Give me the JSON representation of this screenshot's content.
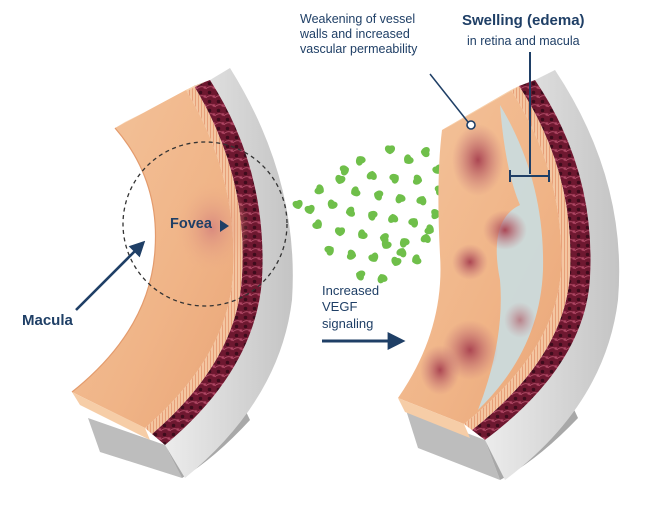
{
  "labels": {
    "weakening_line1": "Weakening of vessel",
    "weakening_line2": "walls and increased",
    "weakening_line3": "vascular permeability",
    "swelling_title": "Swelling (edema)",
    "swelling_sub": "in retina and macula",
    "fovea": "Fovea",
    "macula": "Macula",
    "vegf_line1": "Increased",
    "vegf_line2": "VEGF",
    "vegf_line3": "signaling"
  },
  "colors": {
    "label_text": "#1f3f66",
    "retina_tissue": "#f2b98c",
    "retina_edge": "#f7cfa8",
    "choroid_vessels": "#6e1830",
    "sclera": "#d9d9d9",
    "vegf_molecules": "#6fbf4a",
    "hemorrhage": "#b04a55",
    "edema_fluid": "#c9dde0"
  }
}
